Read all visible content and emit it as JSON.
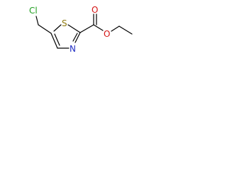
{
  "molecule": {
    "atoms": {
      "chlorine": "Cl",
      "sulfur": "S",
      "nitrogen": "N",
      "carbonyl_oxygen": "O",
      "ester_oxygen": "O"
    },
    "colors": {
      "bond": "#000000",
      "sulfur": "#8f7a0e",
      "nitrogen": "#1f2cc4",
      "oxygen": "#d41414",
      "chlorine": "#1e9e1e"
    }
  }
}
